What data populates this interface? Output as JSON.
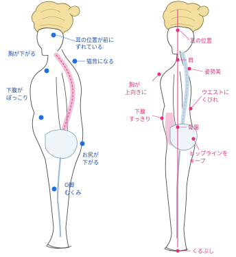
{
  "left_figure": {
    "labels": {
      "ear_forward_1": "耳の位置が前に",
      "ear_forward_2": "ずれている",
      "chest_down": "胸が下がる",
      "round_back": "猫背になる",
      "lower_belly_1": "下腹が",
      "lower_belly_2": "ぽっこり",
      "hip_down_1": "お尻が",
      "hip_down_2": "下がる",
      "bowleg_1": "O脚",
      "bowleg_2": "むくみ"
    },
    "colors": {
      "marker": "#1f6fe0",
      "label": "#1a4aa8",
      "leader": "#1f6fe0"
    }
  },
  "right_figure": {
    "labels": {
      "ear": "耳の位置",
      "shoulder": "肩",
      "posture_good": "姿勢美",
      "chest_up_1": "胸が",
      "chest_up_2": "上向きに",
      "waist_1": "ウエストに",
      "waist_2": "くびれ",
      "lower_belly_1": "下腹",
      "lower_belly_2": "すっきり",
      "hip_bone": "骨盤",
      "hipline_1": "ヒップラインを",
      "hipline_2": "キープ",
      "ankle": "くるぶし"
    },
    "colors": {
      "marker": "#e0337f",
      "label": "#d8337e",
      "plumb_line": "#e0337f"
    }
  },
  "colors": {
    "outline": "#4a4a4a",
    "skin": "#ffffff",
    "hair": "#f3dfa0",
    "hair_stroke": "#8a7440",
    "spine_bad": "#e58bb8",
    "spine_good": "#c9dbe8",
    "bone": "#cfe0ec",
    "pelvis_fill": "#eef4f8"
  }
}
